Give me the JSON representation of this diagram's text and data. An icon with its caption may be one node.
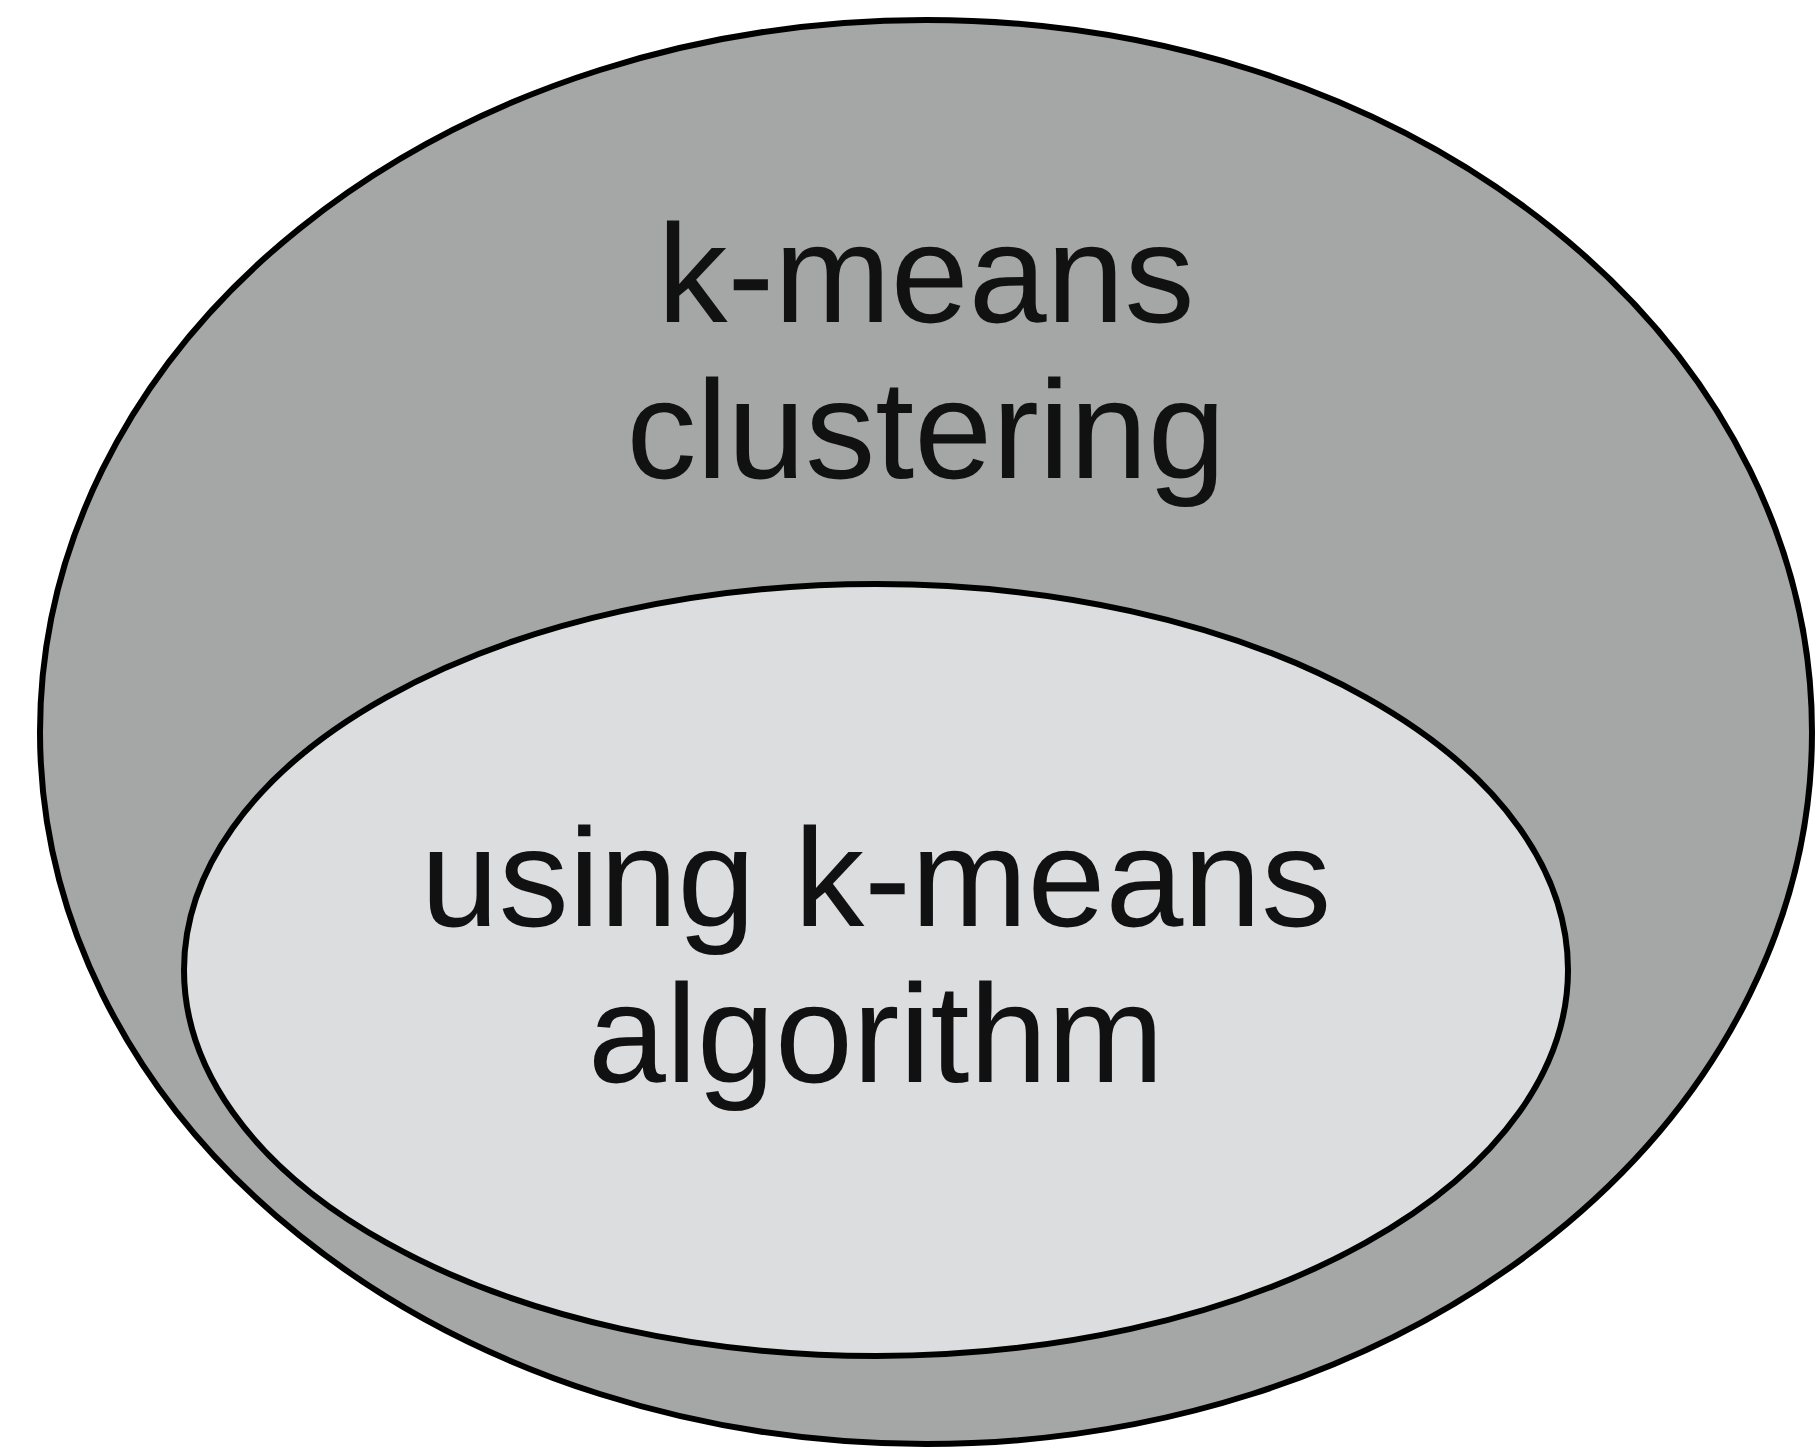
{
  "diagram": {
    "nodes": [
      {
        "text": [
          "k-means clustering"
        ]
      },
      {
        "text": [
          "using k-means algorithm"
        ],
        "in": 0
      }
    ]
  }
}
